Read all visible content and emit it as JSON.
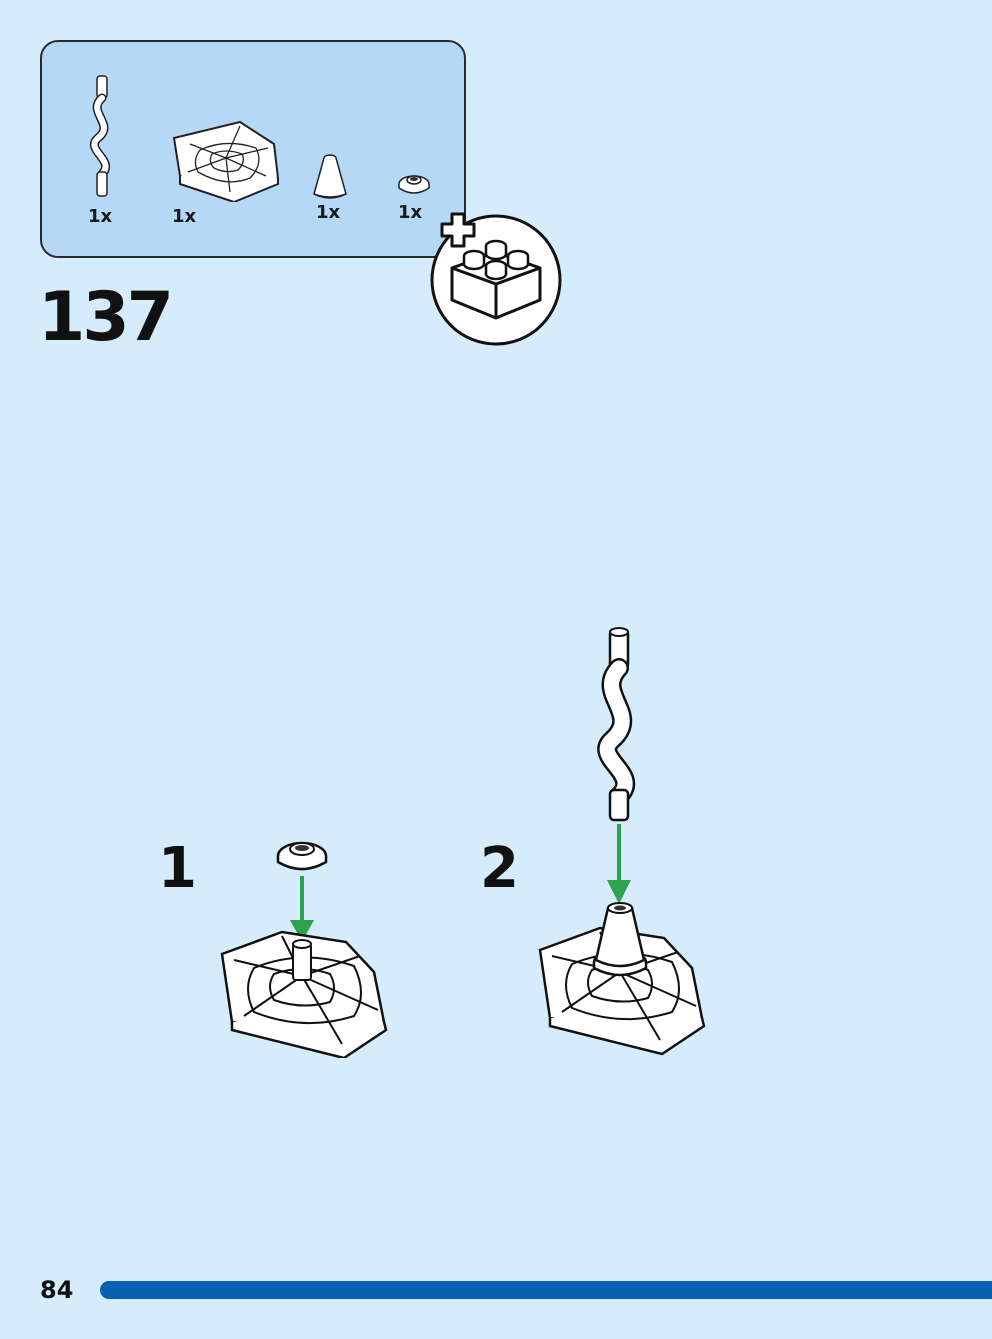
{
  "step": {
    "number": "137"
  },
  "parts": [
    {
      "name": "wavy-bar",
      "qty": "1x"
    },
    {
      "name": "spider-web-plate",
      "qty": "1x"
    },
    {
      "name": "cone",
      "qty": "1x"
    },
    {
      "name": "round-plate",
      "qty": "1x"
    }
  ],
  "substeps": [
    {
      "label": "1"
    },
    {
      "label": "2"
    }
  ],
  "footer": {
    "page_number": "84"
  },
  "colors": {
    "background": "#d4ecfb",
    "parts_box": "#b5d8f6",
    "arrow": "#2ea24d",
    "progress": "#0a5fb0"
  }
}
